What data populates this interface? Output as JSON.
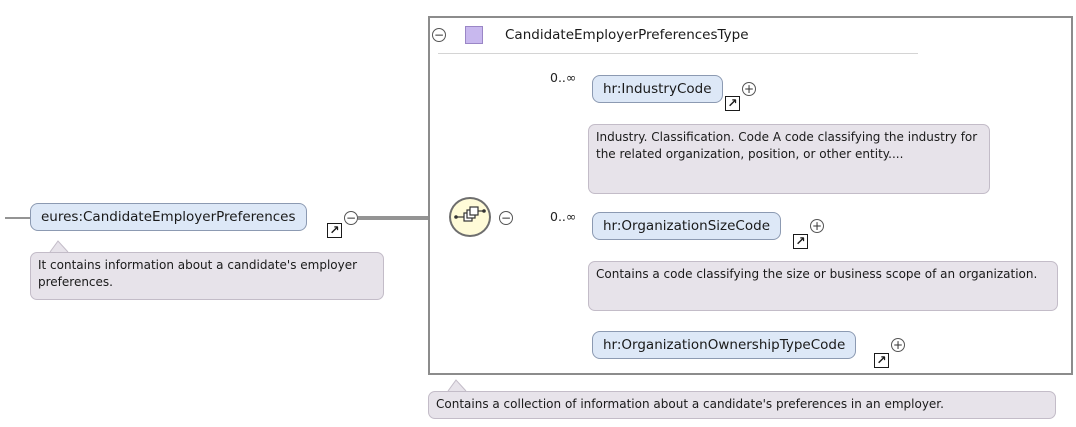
{
  "type": {
    "name": "CandidateEmployerPreferencesType",
    "collapse_toggle": "⊖"
  },
  "root_element": {
    "name": "eures:CandidateEmployerPreferences",
    "annotation": "It contains information about a candidate's employer preferences.",
    "ref_icon": "↗",
    "toggle": "−"
  },
  "compositor": {
    "kind": "sequence",
    "toggle": "−"
  },
  "children": [
    {
      "name": "hr:IndustryCode",
      "occurs": "0..∞",
      "annotation": "Industry. Classification. Code A code classifying the industry for the related organization, position, or other entity....",
      "toggle": "+",
      "ref_icon": "↗"
    },
    {
      "name": "hr:OrganizationSizeCode",
      "occurs": "0..∞",
      "annotation": "Contains a code classifying the size or business scope of an organization.",
      "toggle": "+",
      "ref_icon": "↗"
    },
    {
      "name": "hr:OrganizationOwnershipTypeCode",
      "occurs": "",
      "annotation": "",
      "toggle": "+",
      "ref_icon": "↗"
    }
  ],
  "type_annotation": "Contains a collection of information about a candidate's preferences in an employer.",
  "colors": {
    "element_fill": "#dde8f7",
    "element_border": "#8c9ab2",
    "annotation_fill": "#e7e3ea",
    "type_swatch": "#c8b8ee",
    "compositor_fill": "#fffbd8"
  }
}
